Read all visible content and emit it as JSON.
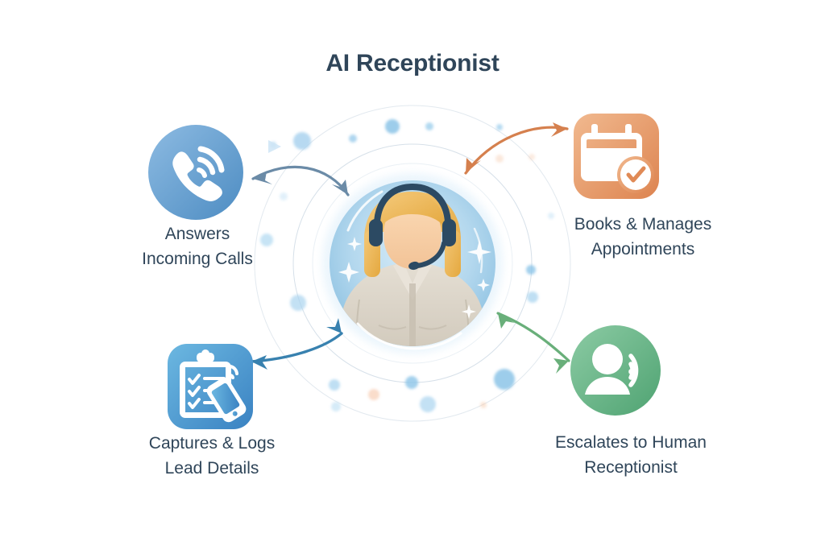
{
  "page": {
    "background_color": "#ffffff",
    "title": "AI Receptionist",
    "title_color": "#2f4559"
  },
  "center": {
    "name": "ai-receptionist-avatar",
    "description": "Illustrated female receptionist wearing a navy headset with boom microphone inside a glowing blue bubble",
    "hair_color": "#efb661",
    "skin_color": "#f6cfa8",
    "headset_color": "#2c4a63",
    "blouse_color": "#d9d2c6",
    "bubble_color": "#a8cfe9"
  },
  "nodes": [
    {
      "id": "answers-incoming-calls",
      "label": "Answers\nIncoming Calls",
      "line1": "Answers",
      "line2": "Incoming Calls",
      "icon": "phone-call-icon",
      "icon_shape": "circle",
      "color_from": "#7fb2dd",
      "color_to": "#4f8ec4",
      "arrow_color": "#5b7f9e",
      "position": "top-left"
    },
    {
      "id": "books-manages-appointments",
      "label": "Books & Manages\nAppointments",
      "line1": "Books & Manages",
      "line2": "Appointments",
      "icon": "calendar-check-icon",
      "icon_shape": "rounded-square",
      "color_from": "#eead81",
      "color_to": "#e08a56",
      "arrow_color": "#d2763f",
      "position": "top-right"
    },
    {
      "id": "captures-logs-lead-details",
      "label": "Captures & Logs\nLead Details",
      "line1": "Captures & Logs",
      "line2": "Lead Details",
      "icon": "clipboard-mobile-icon",
      "icon_shape": "rounded-square",
      "color_from": "#63b1dd",
      "color_to": "#3d86c4",
      "arrow_color": "#2e7bab",
      "position": "bottom-left"
    },
    {
      "id": "escalates-to-human-receptionist",
      "label": "Escalates to Human\nReceptionist",
      "line1": "Escalates to Human",
      "line2": "Receptionist",
      "icon": "person-signal-icon",
      "icon_shape": "circle",
      "color_from": "#7fc49a",
      "color_to": "#55a877",
      "arrow_color": "#5da96f",
      "position": "bottom-right"
    }
  ],
  "decor": {
    "orbit_rings": 2,
    "ring_color": "#cdd9e3",
    "dot_color": "#8cc4e8",
    "accent_dot_color": "#f3b48c",
    "arrow_style": "double-headed-curved"
  }
}
